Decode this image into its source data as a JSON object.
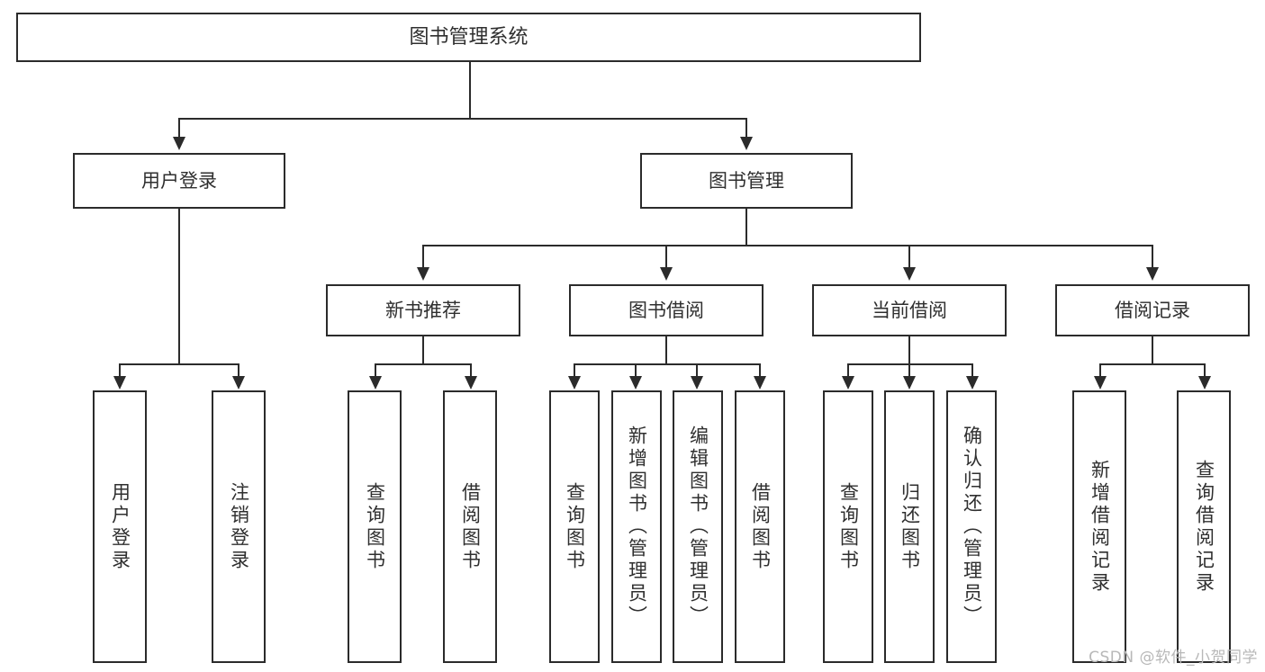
{
  "diagram": {
    "title": "图书管理系统",
    "type": "tree",
    "root": {
      "label": "图书管理系统"
    },
    "level2": [
      {
        "label": "用户登录"
      },
      {
        "label": "图书管理"
      }
    ],
    "level3": [
      {
        "label": "新书推荐"
      },
      {
        "label": "图书借阅"
      },
      {
        "label": "当前借阅"
      },
      {
        "label": "借阅记录"
      }
    ],
    "leaves": {
      "user_login": [
        {
          "label": "用户登录"
        },
        {
          "label": "注销登录"
        }
      ],
      "new_book": [
        {
          "label": "查询图书"
        },
        {
          "label": "借阅图书"
        }
      ],
      "borrow_book": [
        {
          "label": "查询图书"
        },
        {
          "label": "新增图书（管理员）"
        },
        {
          "label": "编辑图书（管理员）"
        },
        {
          "label": "借阅图书"
        }
      ],
      "current_borrow": [
        {
          "label": "查询图书"
        },
        {
          "label": "归还图书"
        },
        {
          "label": "确认归还（管理员）"
        }
      ],
      "borrow_record": [
        {
          "label": "新增借阅记录"
        },
        {
          "label": "查询借阅记录"
        }
      ]
    }
  },
  "watermark": {
    "text": "CSDN @软件_小贺同学"
  },
  "colors": {
    "stroke": "#2b2b2b",
    "fill": "#ffffff",
    "text": "#2f2f2f",
    "watermark": "#b8b8b8"
  }
}
